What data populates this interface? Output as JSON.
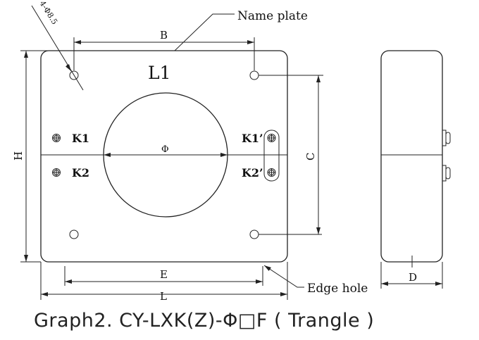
{
  "labels": {
    "name_plate": "Name plate",
    "edge_hole": "Edge hole",
    "hole_spec": "4-Φ8.5",
    "L1": "L1",
    "K1": "K1",
    "K2": "K2",
    "K1p": "K1’",
    "K2p": "K2’",
    "phi": "Φ",
    "B": "B",
    "H": "H",
    "C": "C",
    "E": "E",
    "L": "L",
    "D": "D"
  },
  "caption": "Graph2. CY-LXK(Z)-Φ□F ( Trangle )"
}
